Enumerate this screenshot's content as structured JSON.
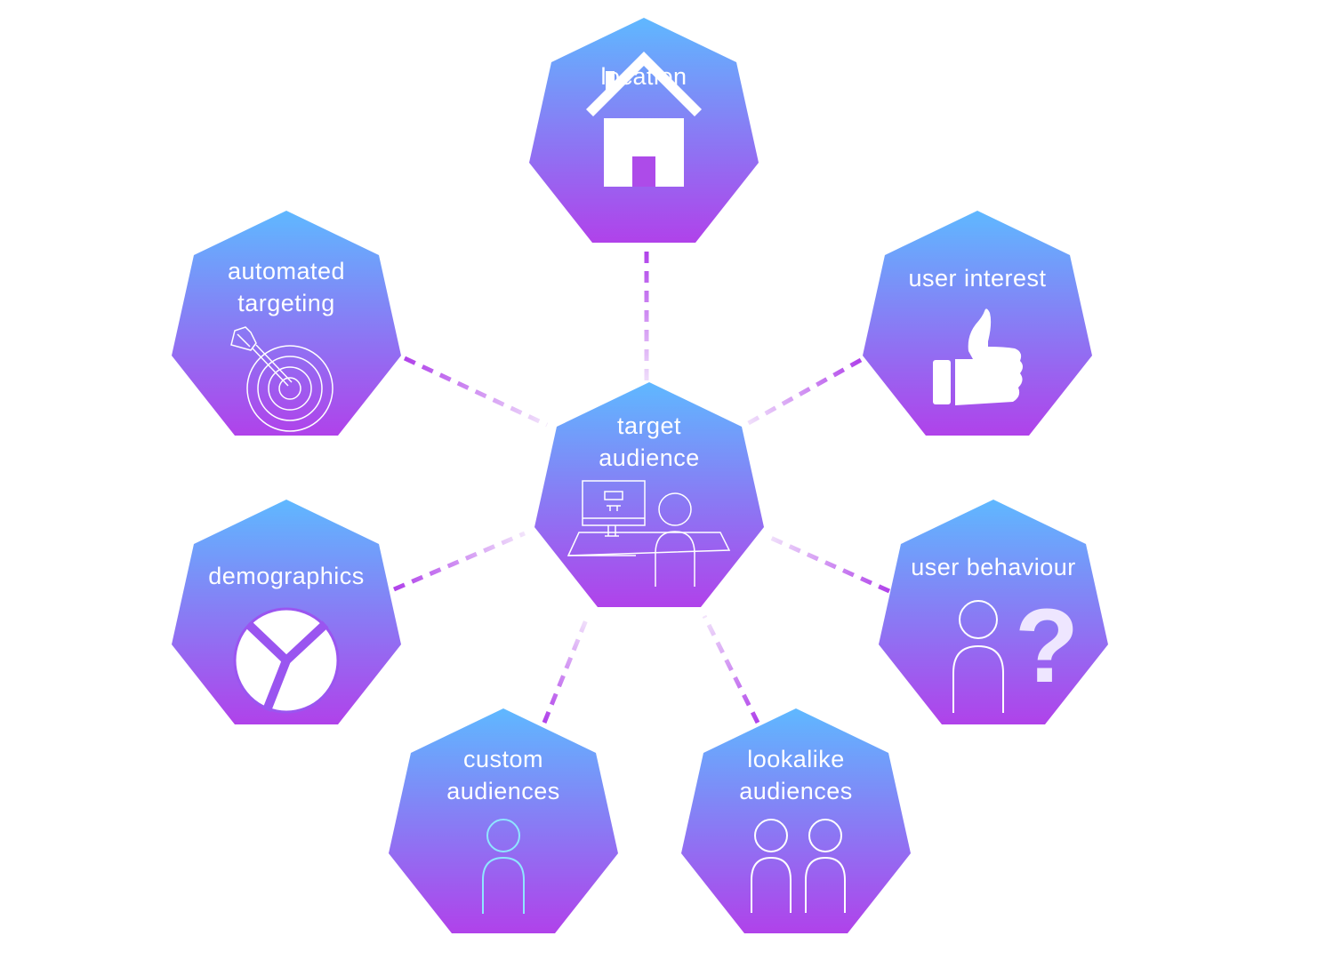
{
  "diagram": {
    "center": {
      "line1": "target",
      "line2": "audience",
      "icon": "desk-user-icon"
    },
    "nodes": [
      {
        "id": "location",
        "line1": "location",
        "line2": "",
        "icon": "house-icon"
      },
      {
        "id": "user-interest",
        "line1": "user interest",
        "line2": "",
        "icon": "thumbs-up-icon"
      },
      {
        "id": "user-behaviour",
        "line1": "user behaviour",
        "line2": "",
        "icon": "person-question-icon"
      },
      {
        "id": "lookalike-audiences",
        "line1": "lookalike",
        "line2": "audiences",
        "icon": "two-people-icon"
      },
      {
        "id": "custom-audiences",
        "line1": "custom",
        "line2": "audiences",
        "icon": "person-icon"
      },
      {
        "id": "demographics",
        "line1": "demographics",
        "line2": "",
        "icon": "pie-chart-icon"
      },
      {
        "id": "automated-targeting",
        "line1": "automated",
        "line2": "targeting",
        "icon": "target-dart-icon"
      }
    ],
    "colors": {
      "gradient_top": "#5fb8ff",
      "gradient_bottom": "#b042ea",
      "connector_dark": "#b042ea",
      "connector_light": "#f2e4fb",
      "text": "#ffffff"
    }
  }
}
